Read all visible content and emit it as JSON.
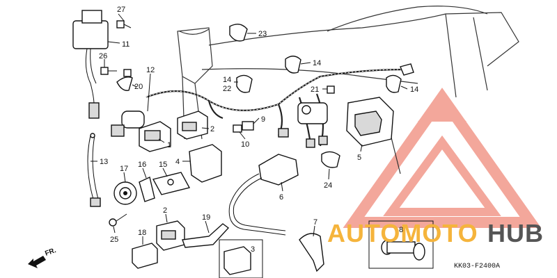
{
  "diagram": {
    "code": "KK03-F2400A",
    "direction_label": "FR.",
    "callouts": {
      "c27": "27",
      "c11": "11",
      "c26": "26",
      "c20": "20",
      "c12": "12",
      "c13": "13",
      "c1": "1",
      "c2a": "2",
      "c4": "4",
      "c17": "17",
      "c16": "16",
      "c15": "15",
      "c25": "25",
      "c2b": "2",
      "c18": "18",
      "c19": "19",
      "c3": "3",
      "c23": "23",
      "c14a": "14",
      "c14b": "14",
      "c22": "22",
      "c14c": "14",
      "c9": "9",
      "c10": "10",
      "c21": "21",
      "c6": "6",
      "c5": "5",
      "c24": "24",
      "c7": "7",
      "c8": "8"
    }
  },
  "watermark": {
    "brand_left": "AUTOMOTO",
    "brand_right": "HUB",
    "color_primary": "#f08a7a",
    "color_accent": "#f5b43c",
    "color_dark": "#555555"
  }
}
